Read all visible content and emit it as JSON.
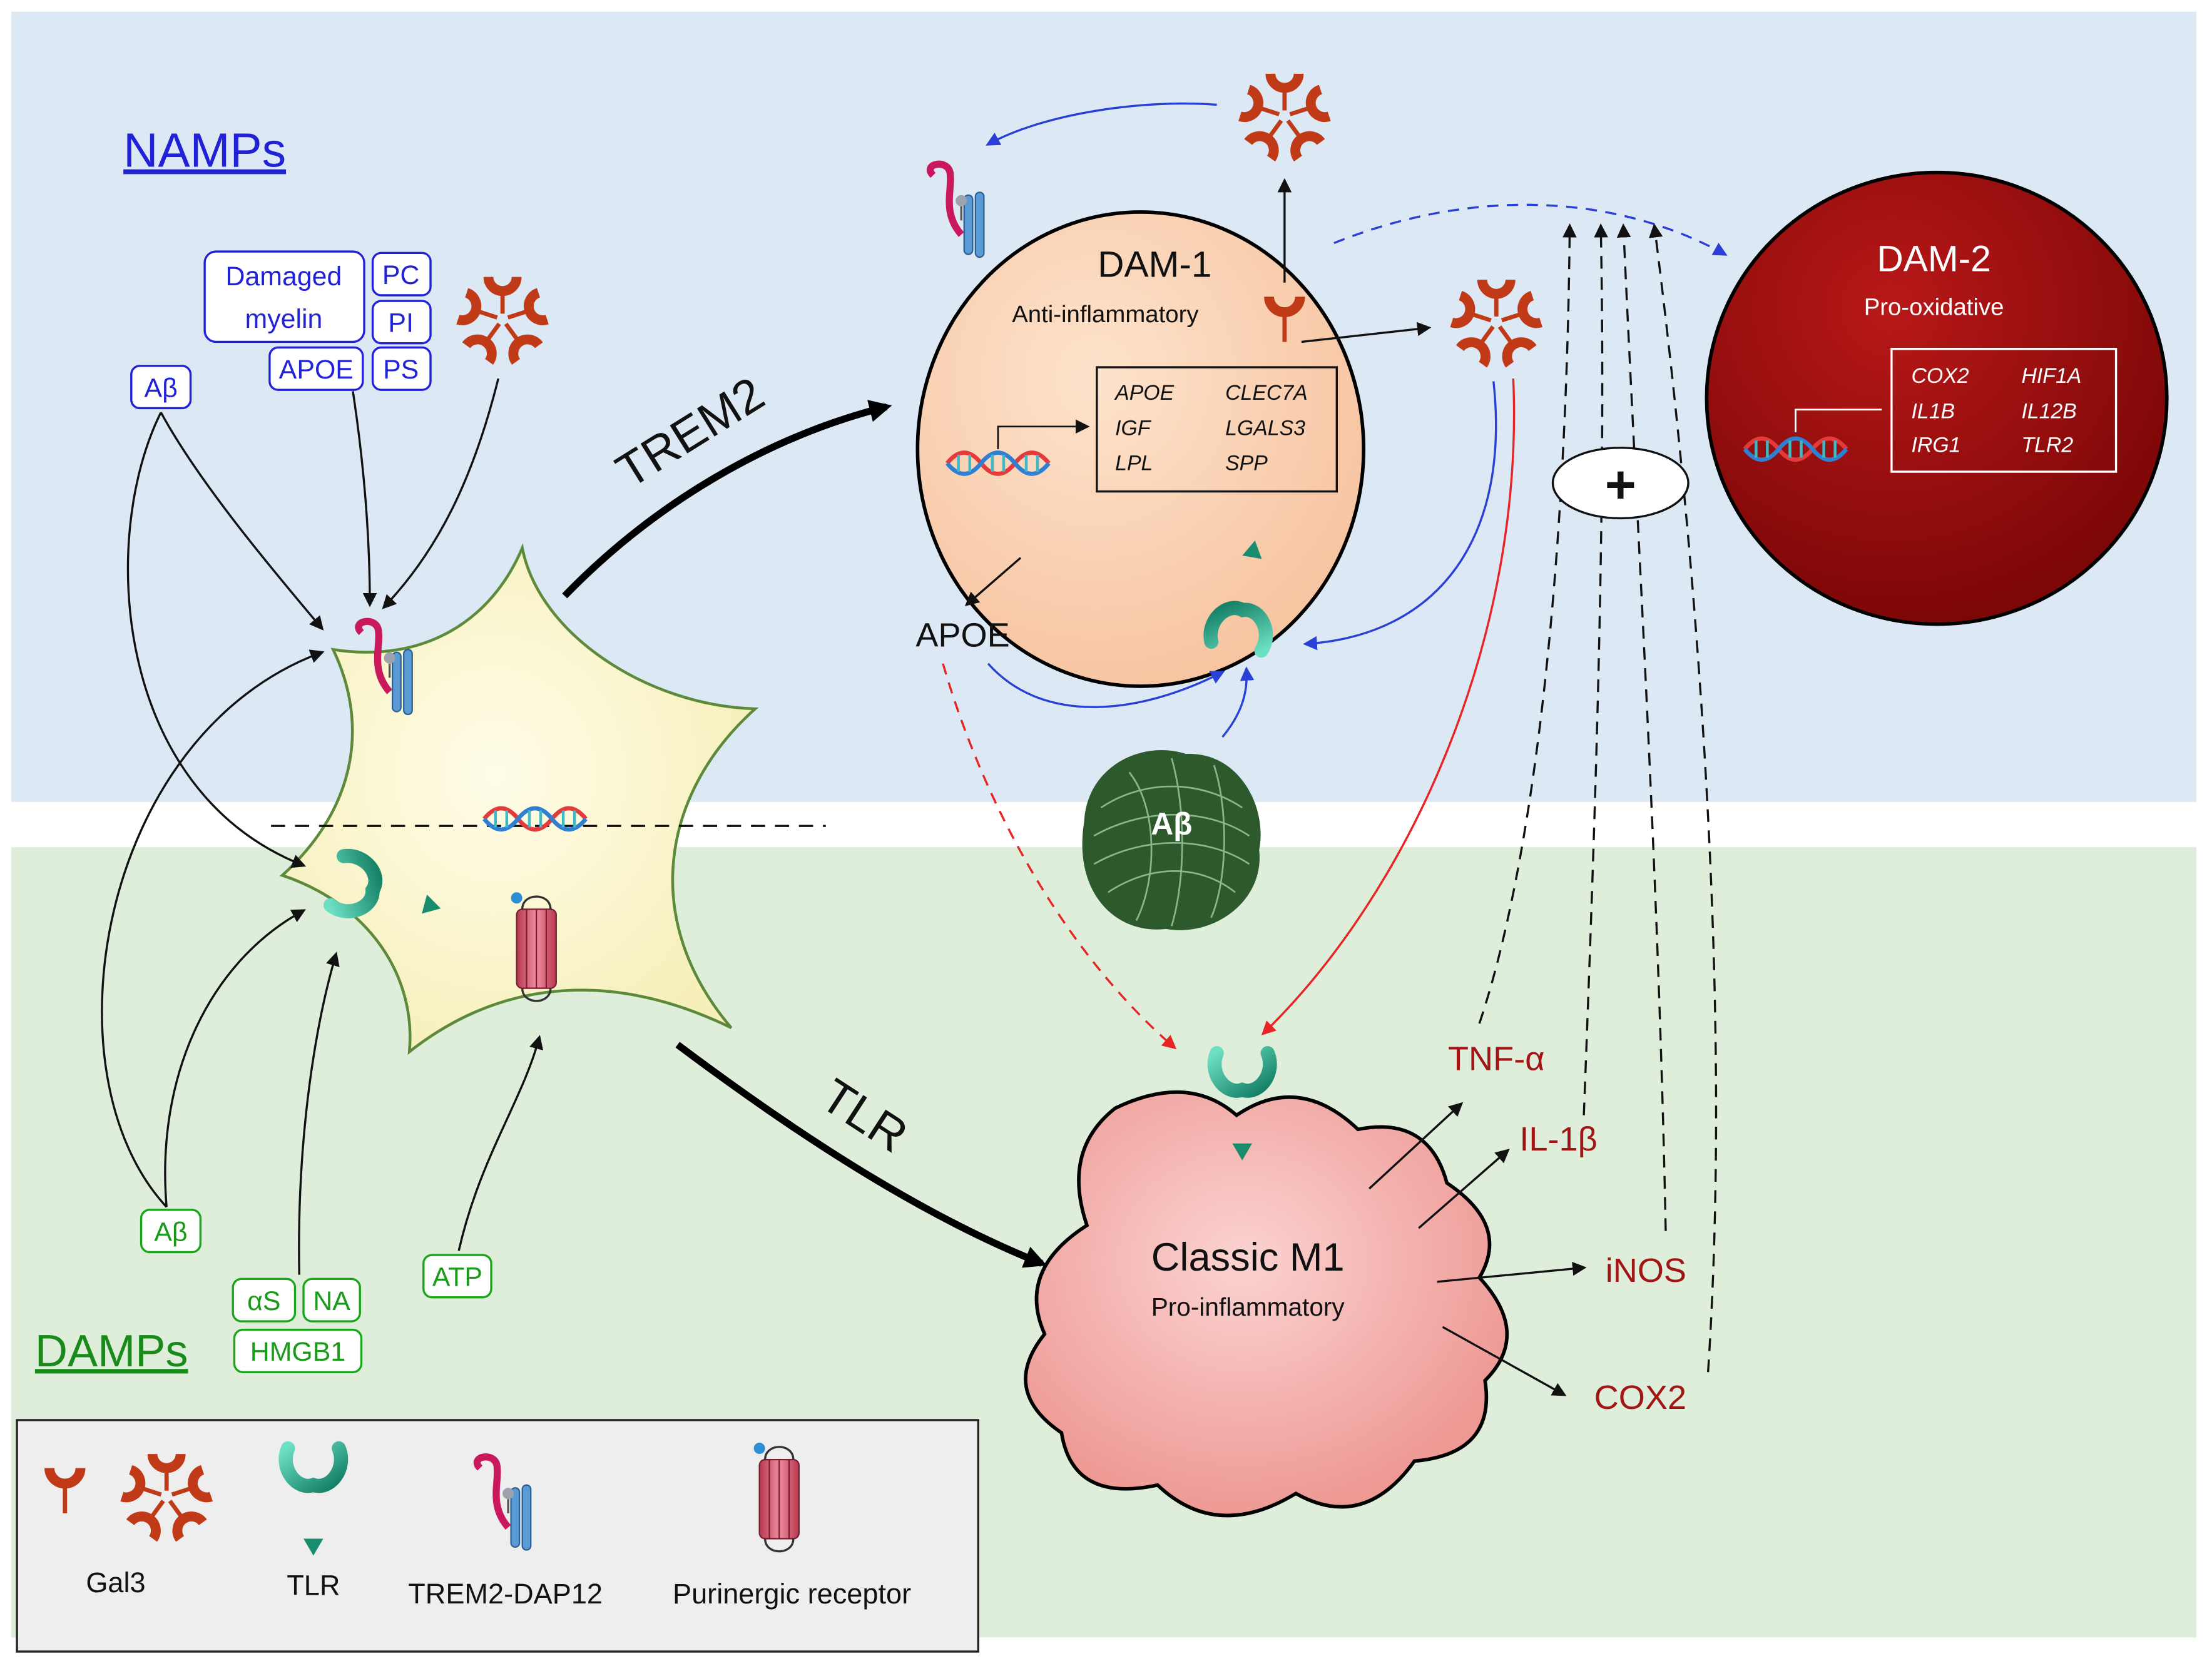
{
  "sections": {
    "namps": "NAMPs",
    "damps": "DAMPs"
  },
  "namps_labels": {
    "abeta": "Aβ",
    "damaged_myelin_line1": "Damaged",
    "damaged_myelin_line2": "myelin",
    "pc": "PC",
    "pi": "PI",
    "apoe": "APOE",
    "ps": "PS"
  },
  "damps_labels": {
    "abeta": "Aβ",
    "alpha_s": "αS",
    "na": "NA",
    "hmgb1": "HMGB1",
    "atp": "ATP"
  },
  "pathways": {
    "trem2": "TREM2",
    "tlr": "TLR"
  },
  "dam1": {
    "title": "DAM-1",
    "subtitle": "Anti-inflammatory",
    "genes": [
      "APOE",
      "CLEC7A",
      "IGF",
      "LGALS3",
      "LPL",
      "SPP"
    ]
  },
  "dam2": {
    "title": "DAM-2",
    "subtitle": "Pro-oxidative",
    "genes": [
      "COX2",
      "HIF1A",
      "IL1B",
      "IL12B",
      "IRG1",
      "TLR2"
    ]
  },
  "m1": {
    "title": "Classic M1",
    "subtitle": "Pro-inflammatory"
  },
  "mediators": {
    "apoe": "APOE",
    "abeta_plaque": "Aβ",
    "plus": "+",
    "tnf": "TNF-α",
    "il1b": "IL-1β",
    "inos": "iNOS",
    "cox2": "COX2"
  },
  "legend": {
    "gal3": "Gal3",
    "tlr": "TLR",
    "trem2": "TREM2-DAP12",
    "purinergic": "Purinergic receptor"
  },
  "colors": {
    "namps_bg": "#dce9f5",
    "damps_bg": "#dfeedb",
    "namps_blue": "#2121d8",
    "damps_green": "#1aa51a",
    "dam2_red": "#9a0c0c",
    "m1_pink": "#f2a7a4",
    "mediator_red": "#a31515",
    "arrow_red": "#ea2a2a"
  }
}
